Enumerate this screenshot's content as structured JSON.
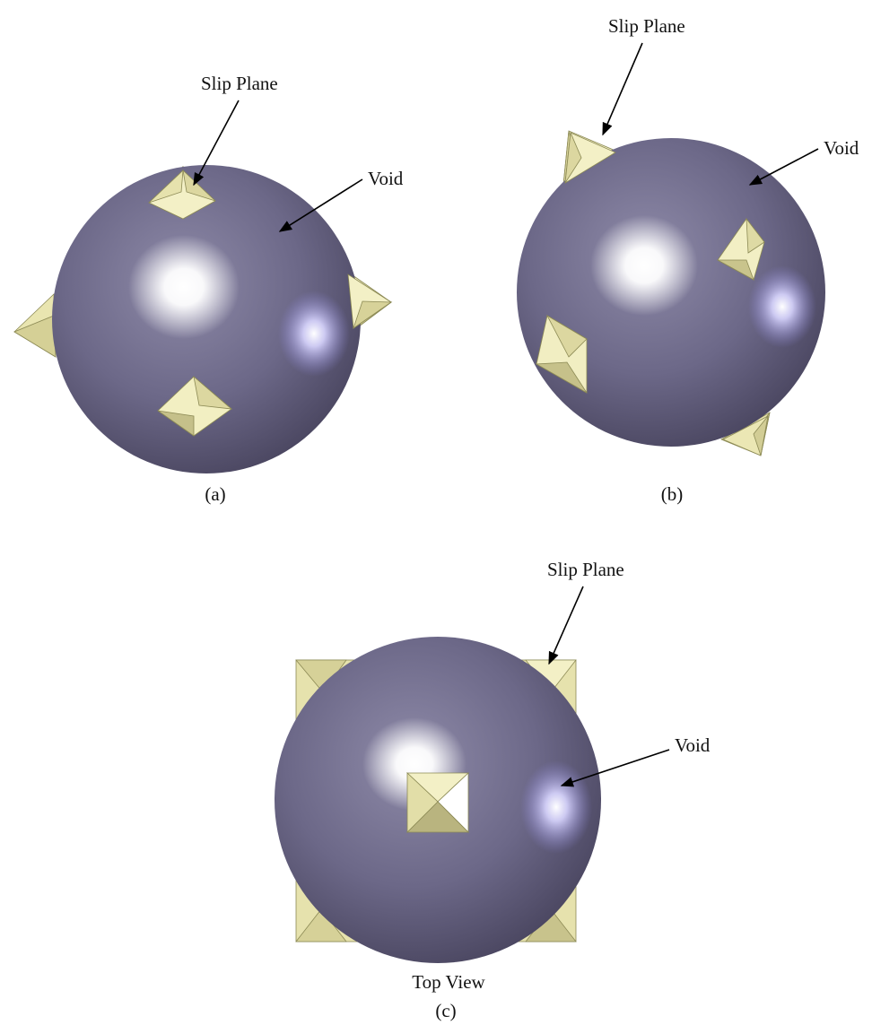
{
  "panels": [
    {
      "id": "a",
      "label_slip": "Slip Plane",
      "label_void": "Void",
      "caption": "(a)"
    },
    {
      "id": "b",
      "label_slip": "Slip Plane",
      "label_void": "Void",
      "caption": "(b)"
    },
    {
      "id": "c",
      "label_slip": "Slip Plane",
      "label_void": "Void",
      "view": "Top View",
      "caption": "(c)"
    }
  ],
  "colors": {
    "sphere_dark": "#4a4660",
    "sphere_mid": "#716d8e",
    "highlight": "#ffffff",
    "pyramid_light": "#f2efbe",
    "pyramid_mid": "#ded9a0",
    "pyramid_dark": "#bdb885",
    "arrow": "#000000"
  }
}
